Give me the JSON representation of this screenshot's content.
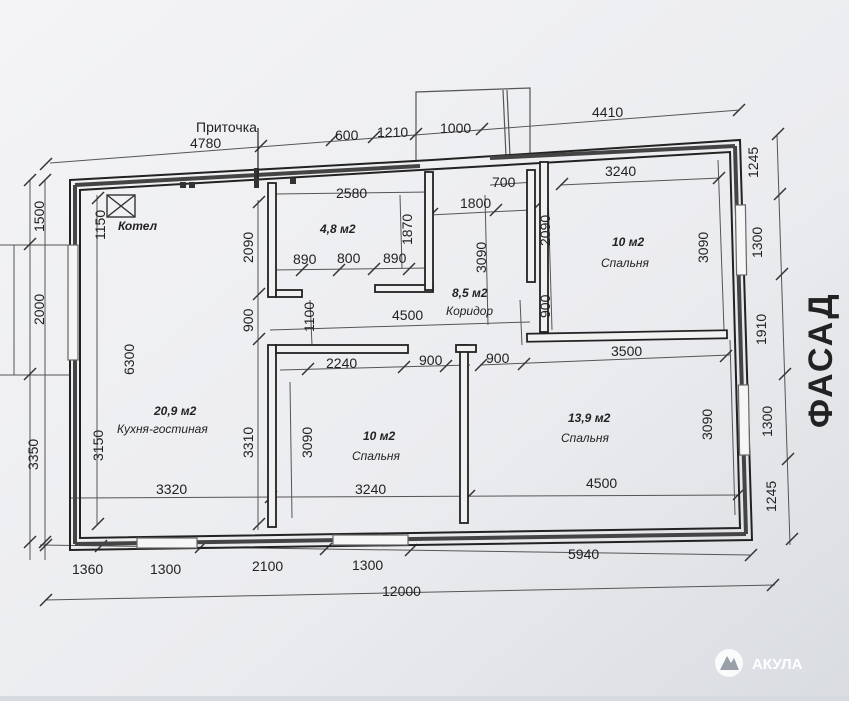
{
  "title": "ФАСАД",
  "watermark": "АКУЛА",
  "rooms": {
    "kitchen": {
      "area": "20,9 м2",
      "name": "Кухня-гостиная"
    },
    "bath": {
      "area": "4,8  м2"
    },
    "corridor": {
      "area": "8,5 м2",
      "name": "Коридор"
    },
    "bed_ne": {
      "area": "10 м2",
      "name": "Спальня"
    },
    "bed_mid": {
      "area": "10 м2",
      "name": "Спальня"
    },
    "bed_se": {
      "area": "13,9 м2",
      "name": "Спальня"
    },
    "boiler": {
      "name": "Котел"
    }
  },
  "labels": {
    "vent": "Приточка"
  },
  "dims": {
    "top": [
      "4780",
      "600",
      "1210",
      "1000",
      "4410"
    ],
    "inner_top": [
      "2580",
      "700",
      "3240",
      "1800"
    ],
    "bottom": [
      "1360",
      "1300",
      "2100",
      "1300",
      "5940",
      "12000"
    ],
    "bath_bottom": [
      "890",
      "800",
      "890"
    ],
    "left": [
      "1500",
      "2000",
      "3350",
      "1150",
      "6300",
      "3150"
    ],
    "right": [
      "1245",
      "1300",
      "1910",
      "1300",
      "1245"
    ],
    "vert_inner": [
      "2090",
      "900",
      "3310",
      "1870",
      "1100",
      "3090",
      "3090",
      "2090",
      "900",
      "3090",
      "3090"
    ],
    "horiz_inner": [
      "4500",
      "2240",
      "900",
      "900",
      "3500",
      "3320",
      "3240",
      "4500"
    ]
  }
}
